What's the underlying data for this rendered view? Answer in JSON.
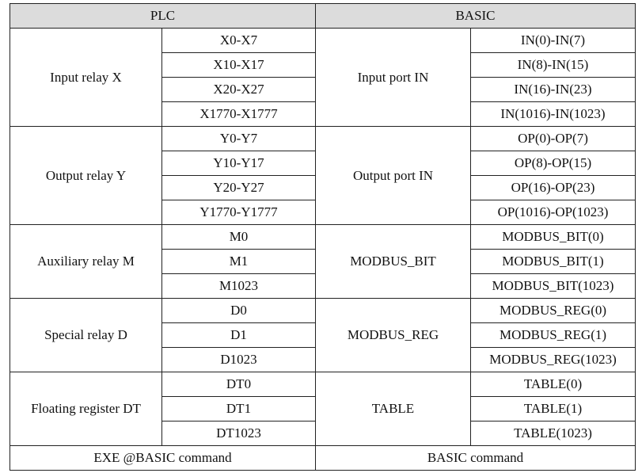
{
  "header": {
    "plc": "PLC",
    "basic": "BASIC"
  },
  "groups": [
    {
      "plc_label": "Input relay X",
      "plc_items": [
        "X0-X7",
        "X10-X17",
        "X20-X27",
        "X1770-X1777"
      ],
      "basic_label": "Input port IN",
      "basic_items": [
        "IN(0)-IN(7)",
        "IN(8)-IN(15)",
        "IN(16)-IN(23)",
        "IN(1016)-IN(1023)"
      ]
    },
    {
      "plc_label": "Output relay Y",
      "plc_items": [
        "Y0-Y7",
        "Y10-Y17",
        "Y20-Y27",
        "Y1770-Y1777"
      ],
      "basic_label": "Output port IN",
      "basic_items": [
        "OP(0)-OP(7)",
        "OP(8)-OP(15)",
        "OP(16)-OP(23)",
        "OP(1016)-OP(1023)"
      ]
    },
    {
      "plc_label": "Auxiliary relay M",
      "plc_items": [
        "M0",
        "M1",
        "M1023"
      ],
      "basic_label": "MODBUS_BIT",
      "basic_items": [
        "MODBUS_BIT(0)",
        "MODBUS_BIT(1)",
        "MODBUS_BIT(1023)"
      ]
    },
    {
      "plc_label": "Special relay D",
      "plc_items": [
        "D0",
        "D1",
        "D1023"
      ],
      "basic_label": "MODBUS_REG",
      "basic_items": [
        "MODBUS_REG(0)",
        "MODBUS_REG(1)",
        "MODBUS_REG(1023)"
      ]
    },
    {
      "plc_label": "Floating register DT",
      "plc_items": [
        "DT0",
        "DT1",
        "DT1023"
      ],
      "basic_label": "TABLE",
      "basic_items": [
        "TABLE(0)",
        "TABLE(1)",
        "TABLE(1023)"
      ]
    }
  ],
  "footer": {
    "plc": "EXE @BASIC command",
    "basic": "BASIC command"
  }
}
